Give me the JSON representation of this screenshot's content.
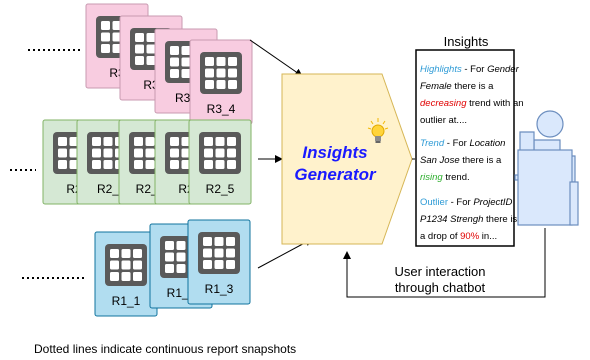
{
  "diagram": {
    "colors": {
      "pink": "#f8cce0",
      "pink_stroke": "#c89ab0",
      "green": "#d5e8d4",
      "green_stroke": "#82b366",
      "blue": "#b1ddf0",
      "blue_stroke": "#10739e",
      "generator_fill": "#fff2cc",
      "generator_stroke": "#d6b656",
      "generator_text": "#1a1aff",
      "highlight": "#2e9bd6",
      "red": "#e00000",
      "green_text": "#2eae2e",
      "person": "#dae8fc",
      "person_stroke": "#6c8ebf"
    },
    "rows": [
      {
        "id": "r3",
        "color": "pink",
        "labels": [
          "R3",
          "R3",
          "R3_",
          "R3_4"
        ]
      },
      {
        "id": "r2",
        "color": "green",
        "labels": [
          "R2",
          "R2_",
          "R2_3",
          "R2",
          "R2_5"
        ]
      },
      {
        "id": "r1",
        "color": "blue",
        "labels": [
          "R1_1",
          "R1_2",
          "R1_3"
        ]
      }
    ],
    "generator": {
      "line1": "Insights",
      "line2": "Generator"
    },
    "insights_panel": {
      "title": "Insights",
      "blocks": [
        {
          "lines": [
            [
              {
                "t": "Highlights",
                "c": "highlight",
                "i": true
              },
              {
                "t": " - For "
              },
              {
                "t": "Gender",
                "i": true
              }
            ],
            [
              {
                "t": "Female",
                "i": true
              },
              {
                "t": " there is a"
              }
            ],
            [
              {
                "t": "decreasing",
                "c": "red",
                "i": true
              },
              {
                "t": " trend with an"
              }
            ],
            [
              {
                "t": "outlier at...."
              }
            ]
          ]
        },
        {
          "lines": [
            [
              {
                "t": "Trend",
                "c": "highlight",
                "i": true
              },
              {
                "t": " - For "
              },
              {
                "t": "Location",
                "i": true
              }
            ],
            [
              {
                "t": "San Jose",
                "i": true
              },
              {
                "t": " there is a"
              }
            ],
            [
              {
                "t": "rising",
                "c": "green_text",
                "i": true
              },
              {
                "t": " trend."
              }
            ]
          ]
        },
        {
          "lines": [
            [
              {
                "t": "Outlier",
                "c": "highlight"
              },
              {
                "t": " - For "
              },
              {
                "t": "ProjectID",
                "i": true
              }
            ],
            [
              {
                "t": "P1234 Strengh",
                "i": true
              },
              {
                "t": " there is"
              }
            ],
            [
              {
                "t": "a drop of "
              },
              {
                "t": "90%",
                "c": "red"
              },
              {
                "t": " in..."
              }
            ]
          ]
        }
      ]
    },
    "feedback": {
      "line1": "User interaction",
      "line2": "through chatbot"
    },
    "caption": "Dotted lines indicate continuous report snapshots"
  }
}
